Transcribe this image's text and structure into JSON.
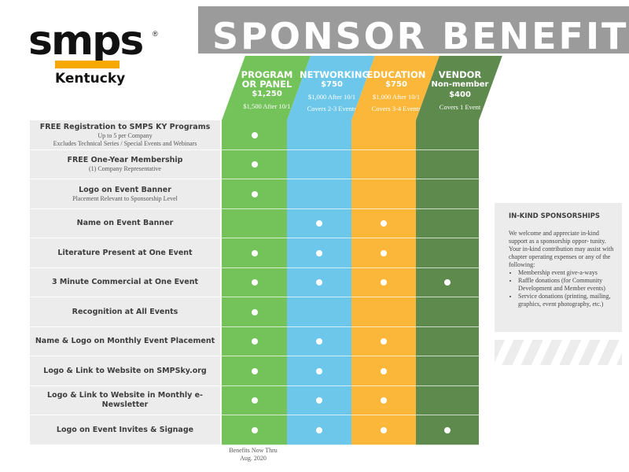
{
  "logo": {
    "word": "smps",
    "reg": "®",
    "sub": "Kentucky"
  },
  "banner": {
    "title": "SPONSOR BENEFITS"
  },
  "columns": [
    {
      "name": "PROGRAM OR PANEL",
      "price": "$1,250",
      "note1": "$1,500 After 10/1",
      "note2": "",
      "color": "#74c25a"
    },
    {
      "name": "NETWORKING",
      "price": "$750",
      "note1": "$1,000 After 10/1",
      "note2": "Covers 2-3 Events",
      "color": "#6cc7ea"
    },
    {
      "name": "EDUCATION",
      "price": "$750",
      "note1": "$1,000 After 10/1",
      "note2": "Covers 3-4 Events",
      "color": "#fbb73a"
    },
    {
      "name": "VENDOR",
      "price": "Non-member $400",
      "note1": "Covers 1 Event",
      "note2": "",
      "color": "#5e8a4e"
    }
  ],
  "benefits": [
    {
      "title": "FREE Registration to SMPS KY Programs",
      "sub": "Up to 5 per Company",
      "sub2": "Excludes Technical Series / Special Events and Webinars",
      "marks": [
        true,
        false,
        false,
        false
      ]
    },
    {
      "title": "FREE One-Year Membership",
      "sub": "(1) Company Representative",
      "sub2": "",
      "marks": [
        true,
        false,
        false,
        false
      ]
    },
    {
      "title": "Logo on Event Banner",
      "sub": "Placement Relevant to Sponsorship Level",
      "sub2": "",
      "marks": [
        true,
        false,
        false,
        false
      ]
    },
    {
      "title": "Name on Event Banner",
      "sub": "",
      "sub2": "",
      "marks": [
        false,
        true,
        true,
        false
      ]
    },
    {
      "title": "Literature Present at One Event",
      "sub": "",
      "sub2": "",
      "marks": [
        true,
        true,
        true,
        false
      ]
    },
    {
      "title": "3 Minute Commercial at One Event",
      "sub": "",
      "sub2": "",
      "marks": [
        true,
        true,
        true,
        true
      ]
    },
    {
      "title": "Recognition at All Events",
      "sub": "",
      "sub2": "",
      "marks": [
        true,
        false,
        false,
        false
      ]
    },
    {
      "title": "Name & Logo on Monthly Event Placement",
      "sub": "",
      "sub2": "",
      "marks": [
        true,
        true,
        true,
        false
      ]
    },
    {
      "title": "Logo & Link to Website on SMPSky.org",
      "sub": "",
      "sub2": "",
      "marks": [
        true,
        true,
        true,
        false
      ]
    },
    {
      "title": "Logo & Link to Website in Monthly e-Newsletter",
      "sub": "",
      "sub2": "",
      "marks": [
        true,
        true,
        true,
        false
      ]
    },
    {
      "title": "Logo on Event Invites & Signage",
      "sub": "",
      "sub2": "",
      "marks": [
        true,
        true,
        true,
        true
      ]
    }
  ],
  "footnote": {
    "line1": "Benefits Now Thru",
    "line2": "Aug. 2020"
  },
  "inkind": {
    "title": "IN-KIND SPONSORSHIPS",
    "body": "We welcome and appreciate in-kind support as a sponsorship oppor- tunity. Your in-kind contribution may assist with chapter operating expenses or any of the following:",
    "items": [
      "Membership event give-a-ways",
      "Raffle donations (for Community Development and Member events)",
      "Service donations (printing, mailing, graphics, event photography, etc.)"
    ]
  }
}
